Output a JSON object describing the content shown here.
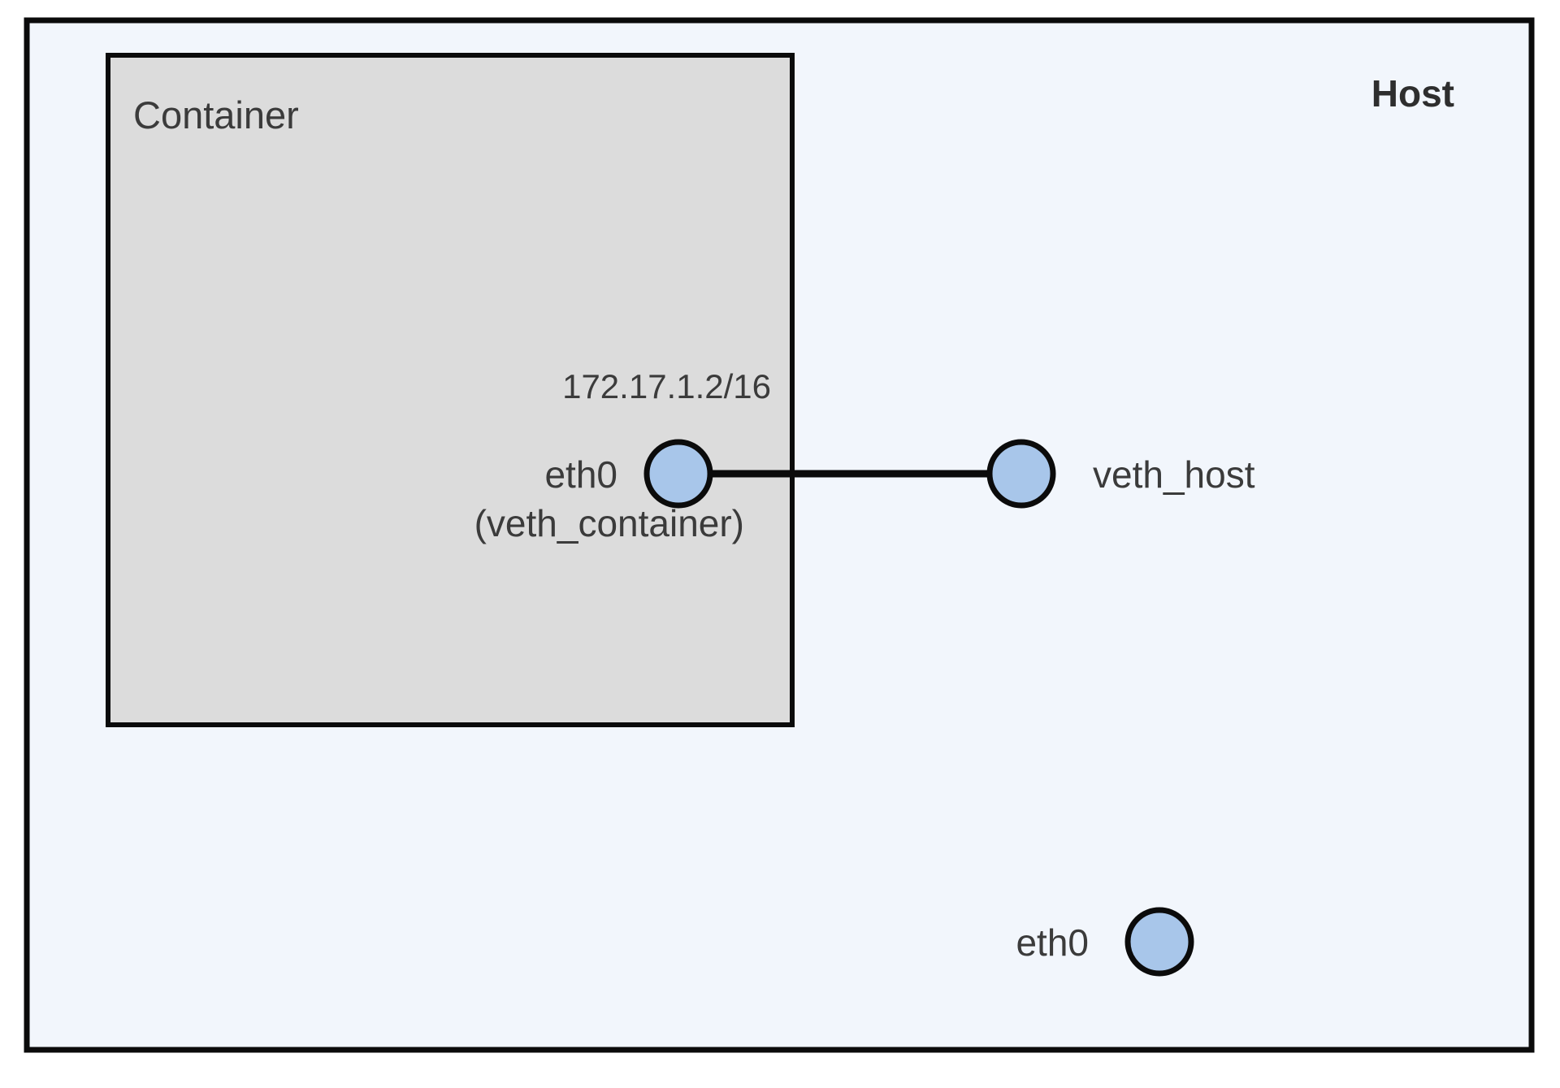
{
  "diagram": {
    "title_host": "Host",
    "colors": {
      "host_fill": "#f2f6fc",
      "host_stroke": "#0b0b0b",
      "container_fill": "#dcdcdc",
      "container_stroke": "#0b0b0b",
      "node_fill": "#a8c6ea",
      "node_stroke": "#0b0b0b",
      "link_stroke": "#0b0b0b",
      "text_color": "#3b3b3b",
      "title_color": "#2e2e2e",
      "page_background": "#ffffff"
    },
    "host": {
      "label": "Host"
    },
    "container": {
      "label": "Container"
    },
    "annotations": [
      {
        "name": "container-ip",
        "text": "172.17.1.2/16"
      }
    ],
    "nodes": [
      {
        "id": "veth-container",
        "label_line1": "eth0",
        "label_line2": "(veth_container)",
        "scope": "container"
      },
      {
        "id": "veth-host",
        "label_line1": "veth_host",
        "label_line2": "",
        "scope": "host"
      },
      {
        "id": "host-eth0",
        "label_line1": "eth0",
        "label_line2": "",
        "scope": "host"
      }
    ],
    "links": [
      {
        "id": "veth-pair-link",
        "from": "veth-container",
        "to": "veth-host"
      }
    ]
  }
}
